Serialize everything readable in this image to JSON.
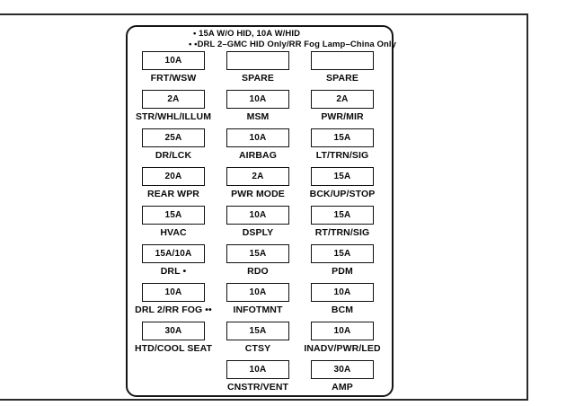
{
  "diagram": {
    "type": "fuse-block",
    "colors": {
      "background": "#ffffff",
      "line": "#151515",
      "text": "#0a0a0a"
    },
    "notes": [
      "• 15A W/O HID, 10A W/HID",
      "• •DRL 2–GMC HID Only/RR Fog Lamp–China Only"
    ],
    "columns": 3,
    "fuse_rows": [
      [
        {
          "amp": "10A",
          "label": "FRT/WSW"
        },
        {
          "amp": "",
          "label": "SPARE"
        },
        {
          "amp": "",
          "label": "SPARE"
        }
      ],
      [
        {
          "amp": "2A",
          "label": "STR/WHL/ILLUM"
        },
        {
          "amp": "10A",
          "label": "MSM"
        },
        {
          "amp": "2A",
          "label": "PWR/MIR"
        }
      ],
      [
        {
          "amp": "25A",
          "label": "DR/LCK"
        },
        {
          "amp": "10A",
          "label": "AIRBAG"
        },
        {
          "amp": "15A",
          "label": "LT/TRN/SIG"
        }
      ],
      [
        {
          "amp": "20A",
          "label": "REAR WPR"
        },
        {
          "amp": "2A",
          "label": "PWR MODE"
        },
        {
          "amp": "15A",
          "label": "BCK/UP/STOP"
        }
      ],
      [
        {
          "amp": "15A",
          "label": "HVAC"
        },
        {
          "amp": "10A",
          "label": "DSPLY"
        },
        {
          "amp": "15A",
          "label": "RT/TRN/SIG"
        }
      ],
      [
        {
          "amp": "15A/10A",
          "label": "DRL •"
        },
        {
          "amp": "15A",
          "label": "RDO"
        },
        {
          "amp": "15A",
          "label": "PDM"
        }
      ],
      [
        {
          "amp": "10A",
          "label": "DRL 2/RR FOG ••"
        },
        {
          "amp": "10A",
          "label": "INFOTMNT"
        },
        {
          "amp": "10A",
          "label": "BCM"
        }
      ],
      [
        {
          "amp": "30A",
          "label": "HTD/COOL SEAT"
        },
        {
          "amp": "15A",
          "label": "CTSY"
        },
        {
          "amp": "10A",
          "label": "INADV/PWR/LED"
        }
      ],
      [
        null,
        {
          "amp": "10A",
          "label": "CNSTR/VENT"
        },
        {
          "amp": "30A",
          "label": "AMP"
        }
      ]
    ]
  }
}
